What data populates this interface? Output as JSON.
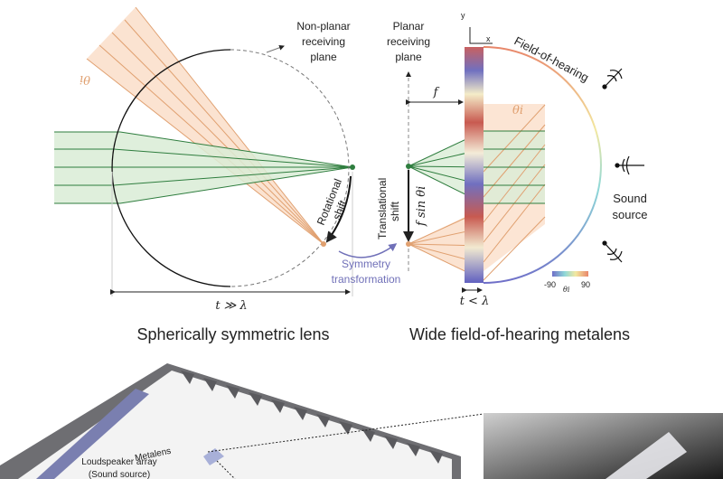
{
  "left_panel": {
    "title": "Spherically symmetric lens",
    "non_planar_label": [
      "Non-planar",
      "receiving",
      "plane"
    ],
    "theta_label": "θi",
    "rotational_label": [
      "Rotational",
      "shift"
    ],
    "thickness_label": "t ≫ λ"
  },
  "middle": {
    "symmetry_label": [
      "Symmetry",
      "transformation"
    ],
    "translational_label": [
      "Translational",
      "shift"
    ],
    "shift_formula": "f sin θi"
  },
  "right_panel": {
    "title": "Wide field-of-hearing metalens",
    "planar_label": [
      "Planar",
      "receiving",
      "plane"
    ],
    "focal_label": "f",
    "theta_label": "θi",
    "field_of_hearing_label": "Field-of-hearing",
    "sound_source_label": [
      "Sound",
      "source"
    ],
    "thickness_label": "t < λ",
    "axis_y": "y",
    "axis_x": "x",
    "colorbar": {
      "min": "-90",
      "max": "90",
      "label": "θi",
      "colors": [
        "#6f6fc8",
        "#8fd8d8",
        "#f3e8a0",
        "#e8866a"
      ]
    }
  },
  "photo": {
    "speaker_label": [
      "Loudspeaker array",
      "(Sound source)"
    ],
    "metalens_label": "Metalens"
  },
  "colors": {
    "green": "#2e7d3e",
    "green_fill": "#d9ecd6",
    "orange": "#e0a070",
    "orange_fill": "#fbe0cc",
    "purple": "#7070b8"
  }
}
